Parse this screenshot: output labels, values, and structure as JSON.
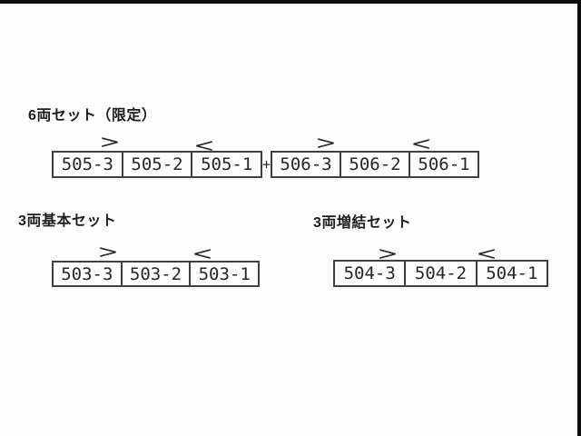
{
  "canvas": {
    "background_color": "#fdfdfd",
    "frame_color": "#0c0c0c",
    "box_border_color": "#404040",
    "text_color": "#262626"
  },
  "labels": {
    "six_car_set": "6両セット（限定）",
    "basic_set": "3両基本セット",
    "addon_set": "3両増結セット"
  },
  "symbols": {
    "plus": "+",
    "arrow_right": ">",
    "arrow_left": "<"
  },
  "formations": {
    "six_car_limited": {
      "group_a": {
        "cars": [
          "505-3",
          "505-2",
          "505-1"
        ]
      },
      "group_b": {
        "cars": [
          "506-3",
          "506-2",
          "506-1"
        ]
      }
    },
    "basic_set": {
      "cars": [
        "503-3",
        "503-2",
        "503-1"
      ]
    },
    "addon_set": {
      "cars": [
        "504-3",
        "504-2",
        "504-1"
      ]
    }
  }
}
